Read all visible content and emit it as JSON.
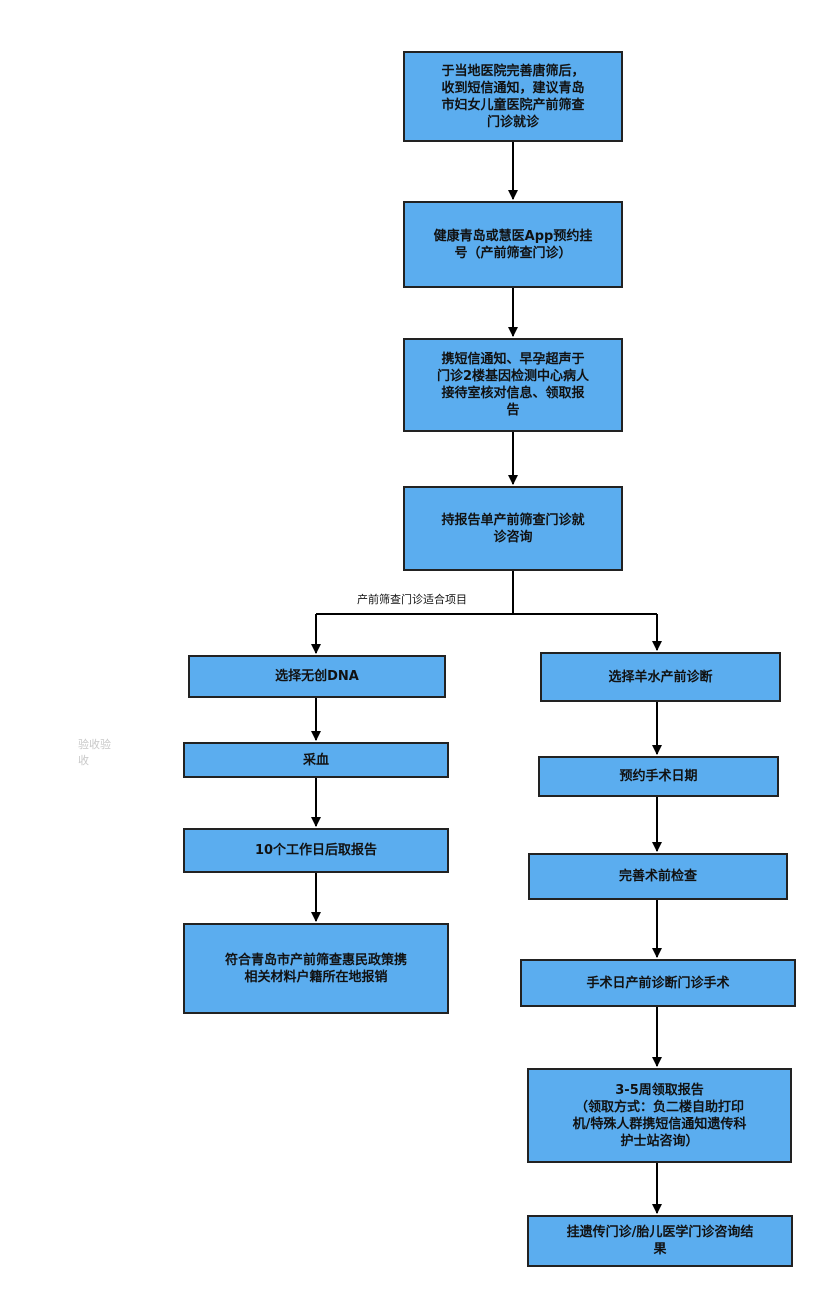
{
  "nodes": {
    "n1": "于当地医院完善唐筛后，\n收到短信通知，建议青岛\n市妇女儿童医院产前筛查\n门诊就诊",
    "n2": "健康青岛或慧医App预约挂\n号（产前筛查门诊）",
    "n3": "携短信通知、早孕超声于\n门诊2楼基因检测中心病人\n接待室核对信息、领取报\n告",
    "n4": "持报告单产前筛查门诊就\n诊咨询",
    "l1": "选择无创DNA",
    "l2": "采血",
    "l3": "10个工作日后取报告",
    "l4": "符合青岛市产前筛查惠民政策携\n相关材料户籍所在地报销",
    "r1": "选择羊水产前诊断",
    "r2": "预约手术日期",
    "r3": "完善术前检查",
    "r4": "手术日产前诊断门诊手术",
    "r5": "3-5周领取报告\n（领取方式：负二楼自助打印\n机/特殊人群携短信通知遗传科\n护士站咨询）",
    "r6": "挂遗传门诊/胎儿医学门诊咨询结\n果"
  },
  "edge_label": "产前筛查门诊适合项目",
  "watermark": "验收验\n收",
  "colors": {
    "box_fill": "#5badef",
    "box_border": "#222222",
    "line": "#000000"
  }
}
